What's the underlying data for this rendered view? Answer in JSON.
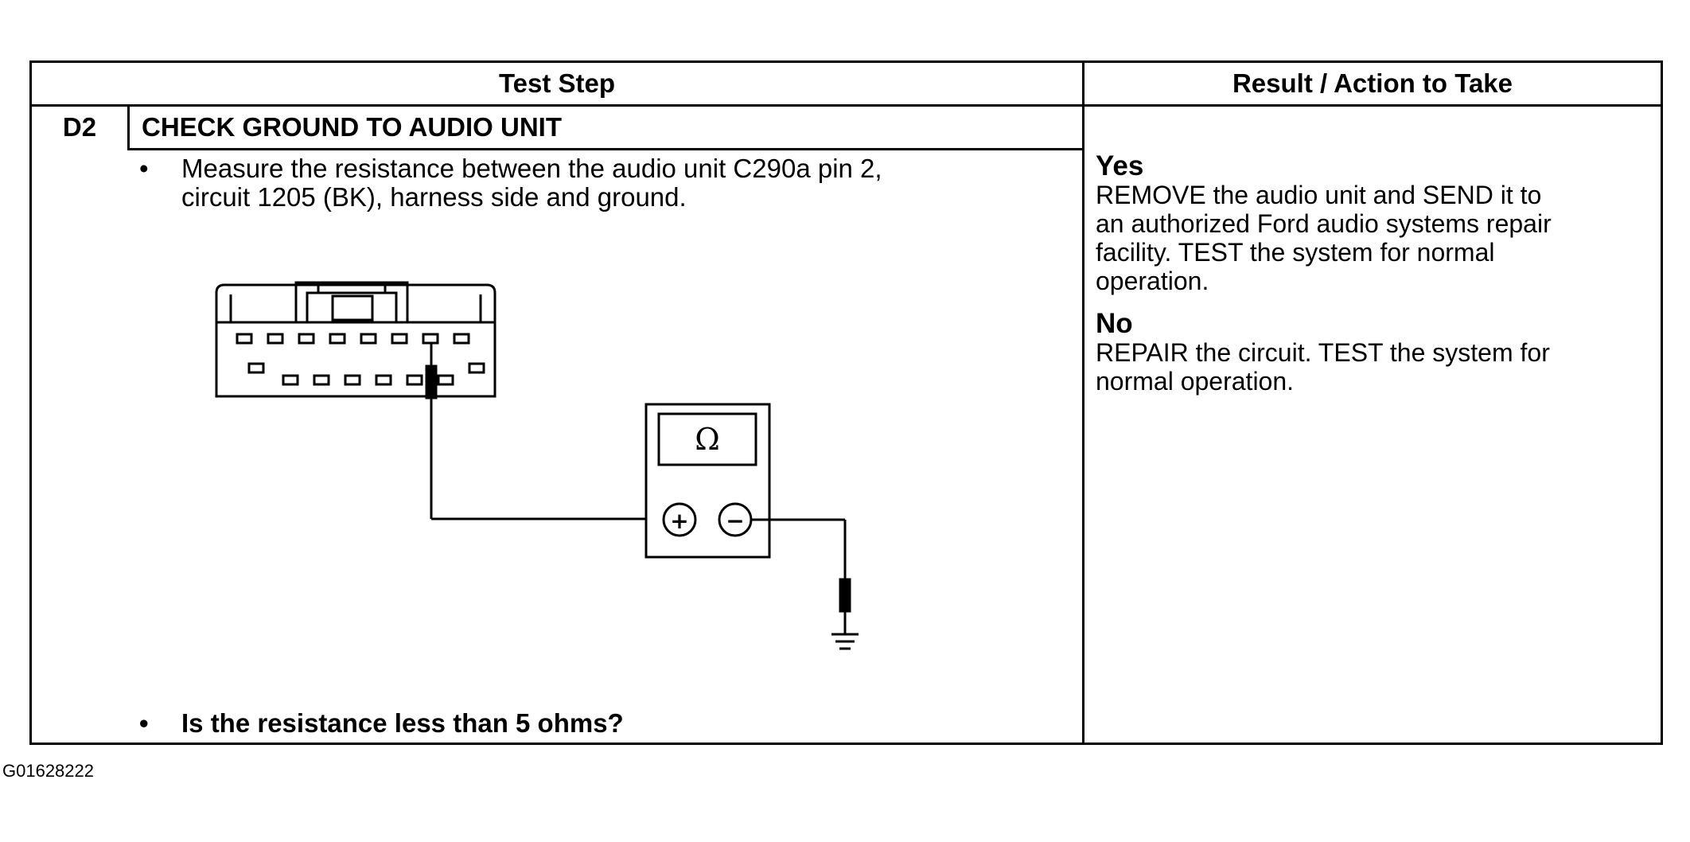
{
  "table": {
    "header_left": "Test Step",
    "header_right": "Result / Action to Take",
    "step_id": "D2",
    "step_title": "CHECK GROUND TO AUDIO UNIT",
    "bullet_1_line_1": "Measure the resistance between the audio unit C290a pin 2,",
    "bullet_1_line_2": "circuit 1205 (BK), harness side and ground.",
    "bullet_2": "Is the resistance less than 5 ohms?",
    "bullet_symbol": "•"
  },
  "results": {
    "yes_label": "Yes",
    "yes_lines": [
      "REMOVE the audio unit and SEND it to",
      "an authorized Ford audio systems repair",
      "facility. TEST the system for normal",
      "operation."
    ],
    "no_label": "No",
    "no_lines": [
      "REPAIR the circuit. TEST the system for",
      "normal operation."
    ]
  },
  "diagram": {
    "meter_symbol": "Ω",
    "plus_symbol": "+",
    "minus_symbol": "−",
    "icons": [
      "connector-icon",
      "ohmmeter-icon",
      "ground-symbol-icon"
    ]
  },
  "figure_id": "G01628222"
}
